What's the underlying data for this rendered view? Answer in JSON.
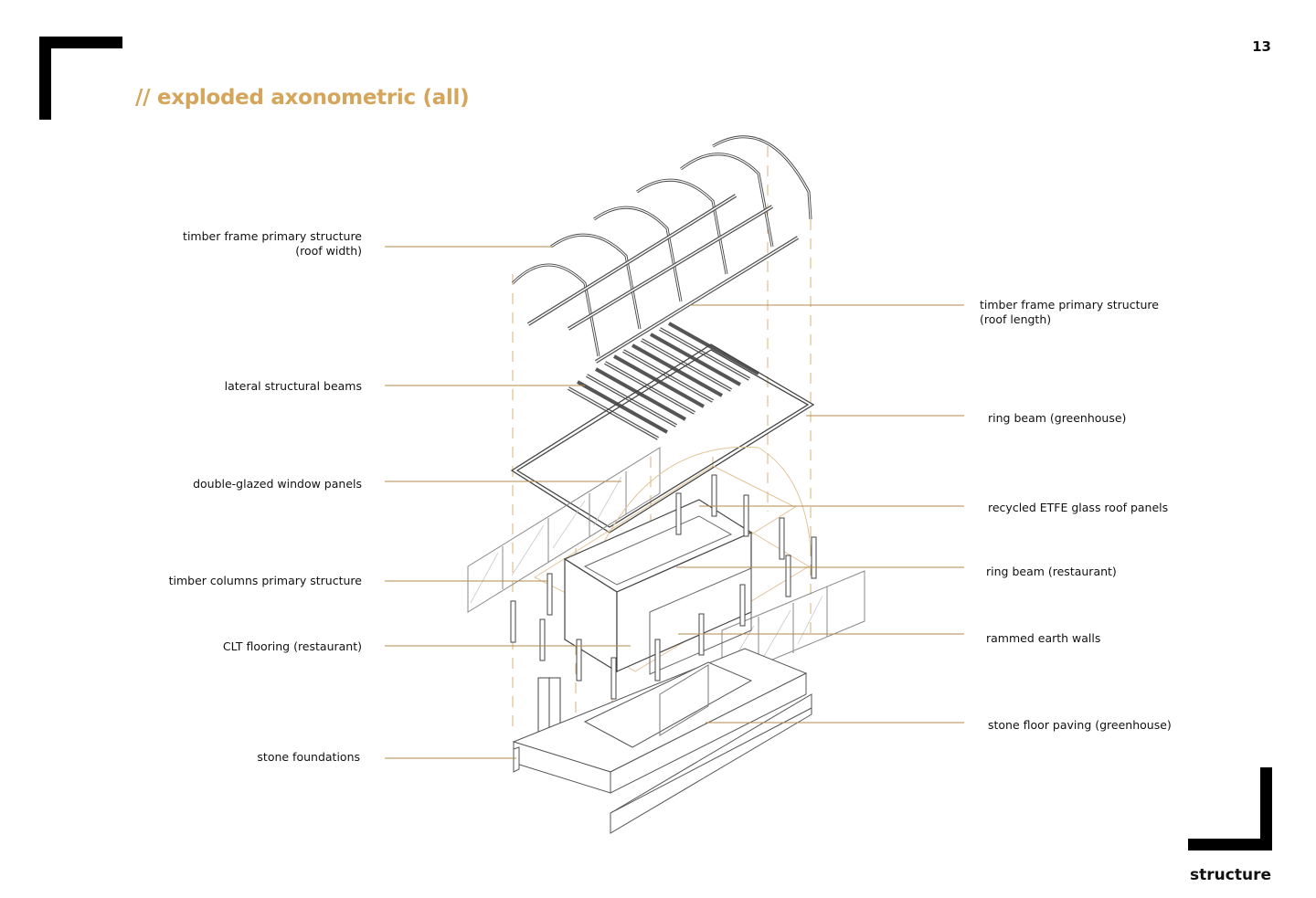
{
  "page_number": "13",
  "title": "// exploded axonometric (all)",
  "section_label": "structure",
  "labels_left": [
    {
      "line1": "timber frame primary structure",
      "line2": "(roof width)"
    },
    {
      "line1": "lateral structural beams"
    },
    {
      "line1": "double-glazed window panels"
    },
    {
      "line1": "timber columns  primary structure"
    },
    {
      "line1": "CLT flooring (restaurant)"
    },
    {
      "line1": "stone foundations"
    }
  ],
  "labels_right": [
    {
      "line1": "timber  frame  primary  structure",
      "line2": "(roof length)"
    },
    {
      "line1": "ring beam (greenhouse)"
    },
    {
      "line1": "recycled ETFE glass roof panels"
    },
    {
      "line1": "ring beam (restaurant)"
    },
    {
      "line1": "rammed earth walls"
    },
    {
      "line1": "stone floor paving (greenhouse)"
    }
  ],
  "colors": {
    "accent": "#d4a55a",
    "leader": "#b58a4e",
    "ink": "#111111"
  }
}
